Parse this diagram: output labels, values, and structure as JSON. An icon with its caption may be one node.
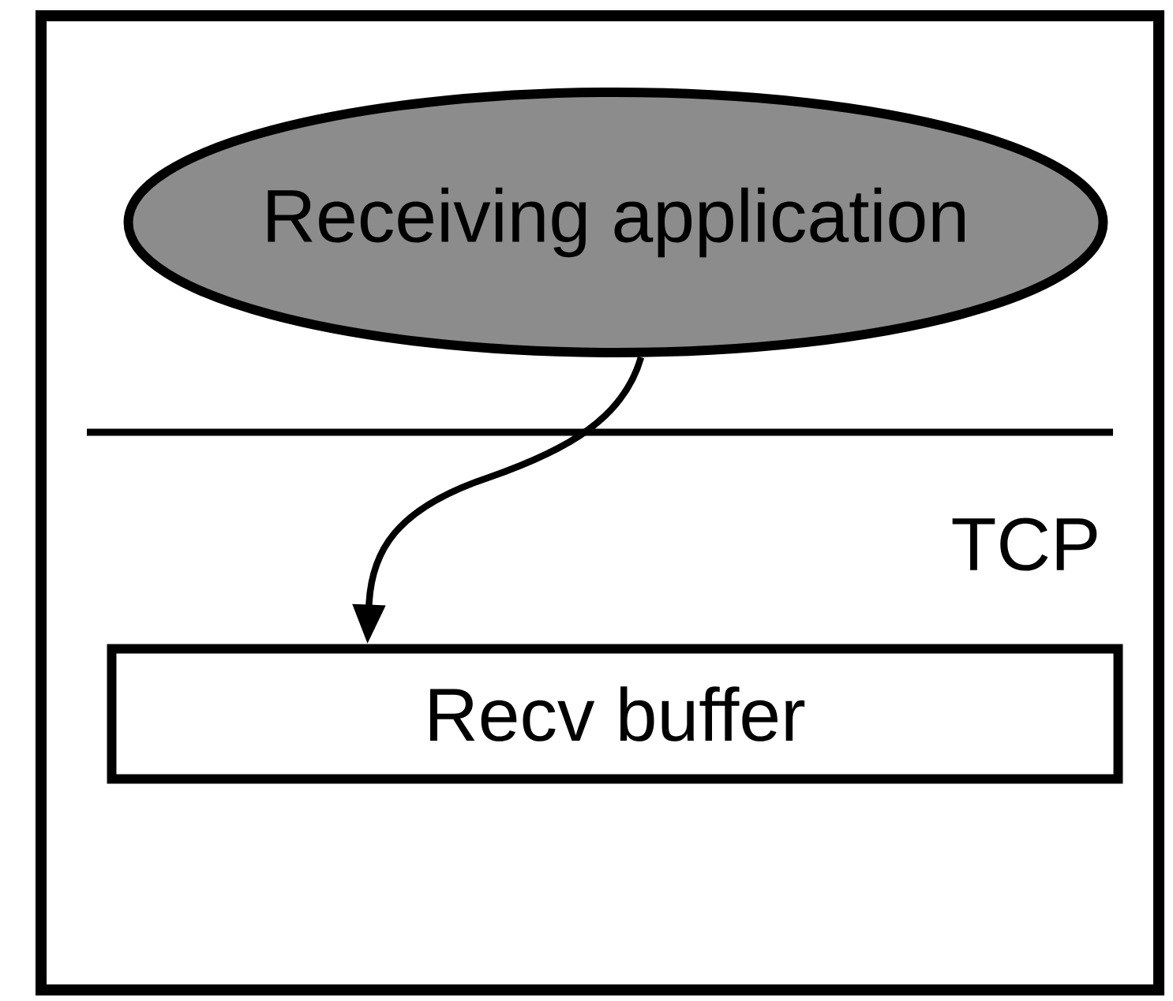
{
  "diagram": {
    "nodes": [
      {
        "text": [
          "TCP"
        ]
      },
      {
        "text": [
          "Receiving application"
        ],
        "in": 0
      },
      {
        "text": [
          "Recv buffer"
        ],
        "in": 0
      }
    ],
    "edges": [
      {
        "from": 1,
        "to": 2,
        "arrow": "to"
      }
    ]
  }
}
